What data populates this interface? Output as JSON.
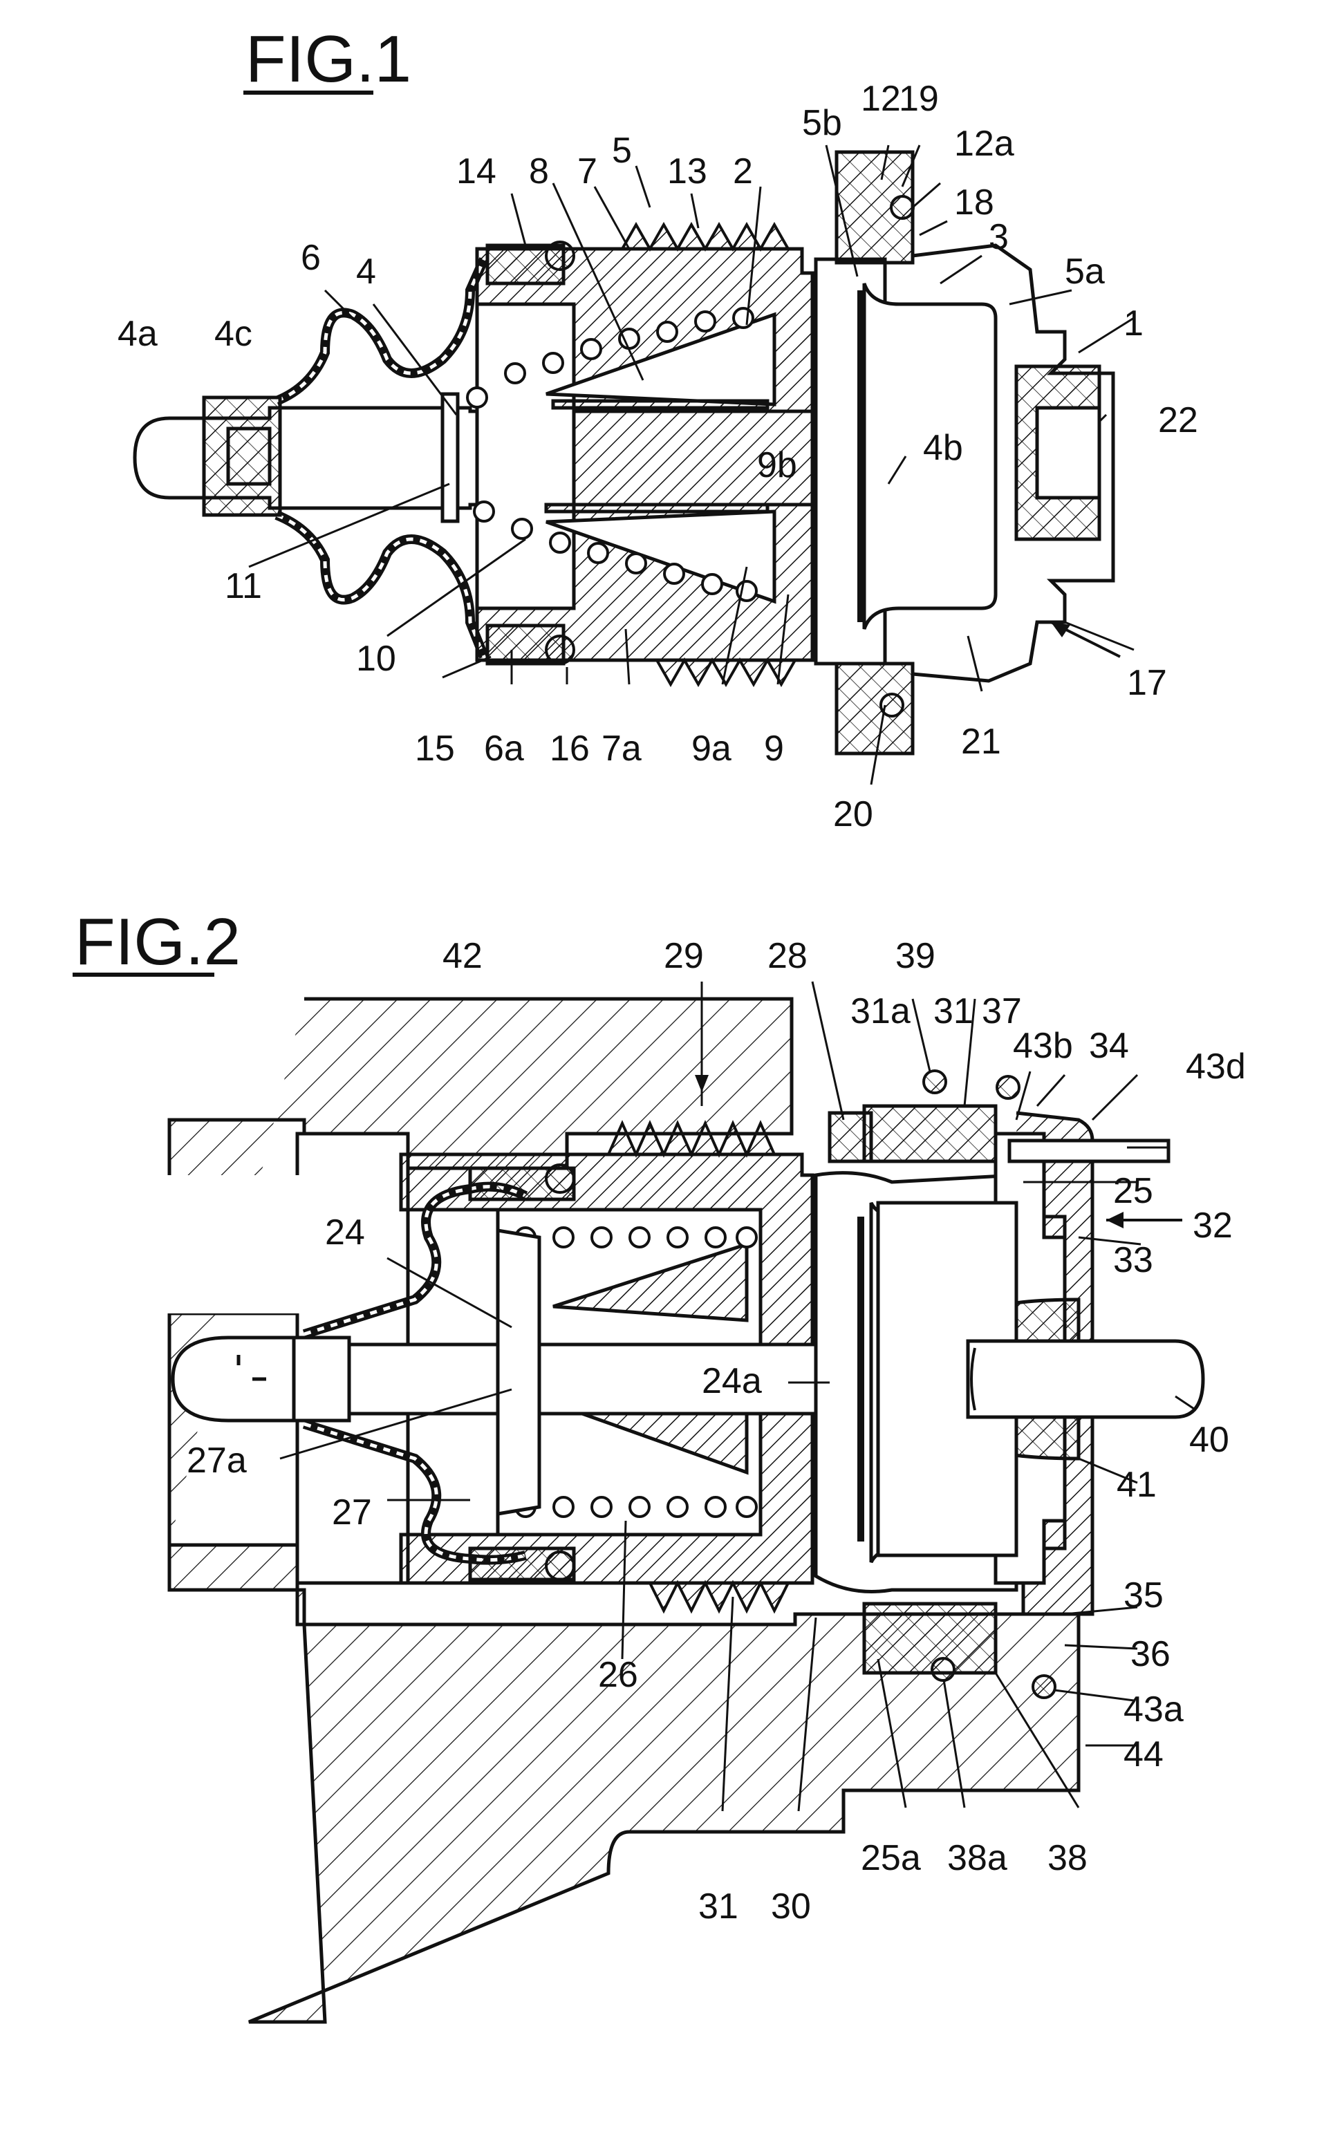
{
  "figure1": {
    "title": "FIG.1",
    "labels": [
      "5",
      "5b",
      "12",
      "19",
      "12a",
      "14",
      "8",
      "7",
      "13",
      "2",
      "18",
      "3",
      "5a",
      "6",
      "4",
      "1",
      "4a",
      "4c",
      "22",
      "9b",
      "4b",
      "11",
      "10",
      "17",
      "15",
      "6a",
      "16",
      "7a",
      "9a",
      "9",
      "21",
      "20"
    ]
  },
  "figure2": {
    "title": "FIG.2",
    "labels": [
      "42",
      "29",
      "28",
      "39",
      "31a",
      "31",
      "37",
      "43b",
      "34",
      "43d",
      "25",
      "32",
      "33",
      "24",
      "24a",
      "40",
      "27a",
      "41",
      "27",
      "35",
      "36",
      "26",
      "43a",
      "44",
      "31",
      "30",
      "25a",
      "38a",
      "38"
    ]
  }
}
